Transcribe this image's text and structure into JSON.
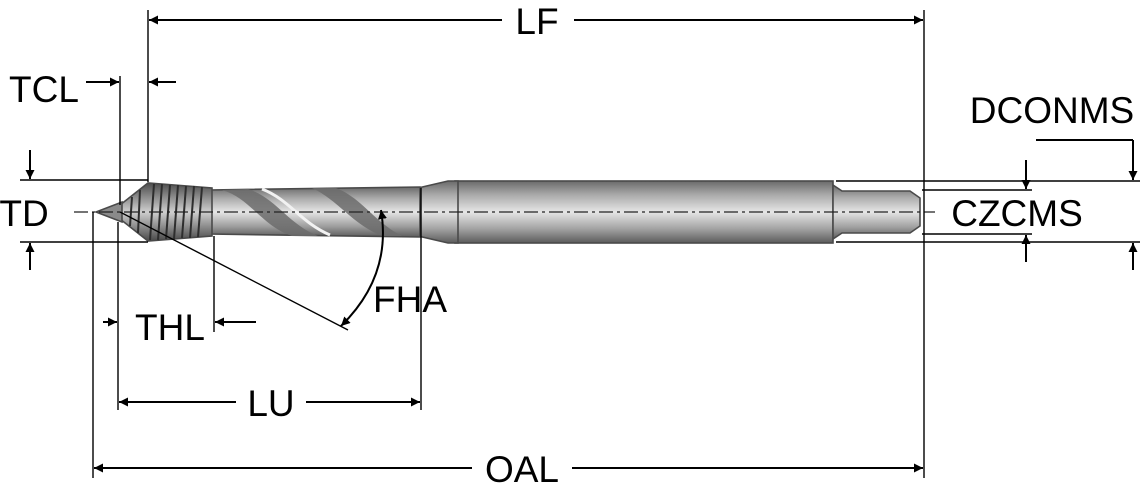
{
  "labels": {
    "lf": "LF",
    "tcl": "TCL",
    "td": "TD",
    "thl": "THL",
    "fha": "FHA",
    "lu": "LU",
    "oal": "OAL",
    "dconms": "DCONMS",
    "czcms": "CZCMS"
  },
  "colors": {
    "line": "#000000",
    "tool_dark": "#5f5f5f",
    "tool_mid": "#a8a8a8",
    "tool_light": "#e4e4e4",
    "background": "#ffffff"
  }
}
